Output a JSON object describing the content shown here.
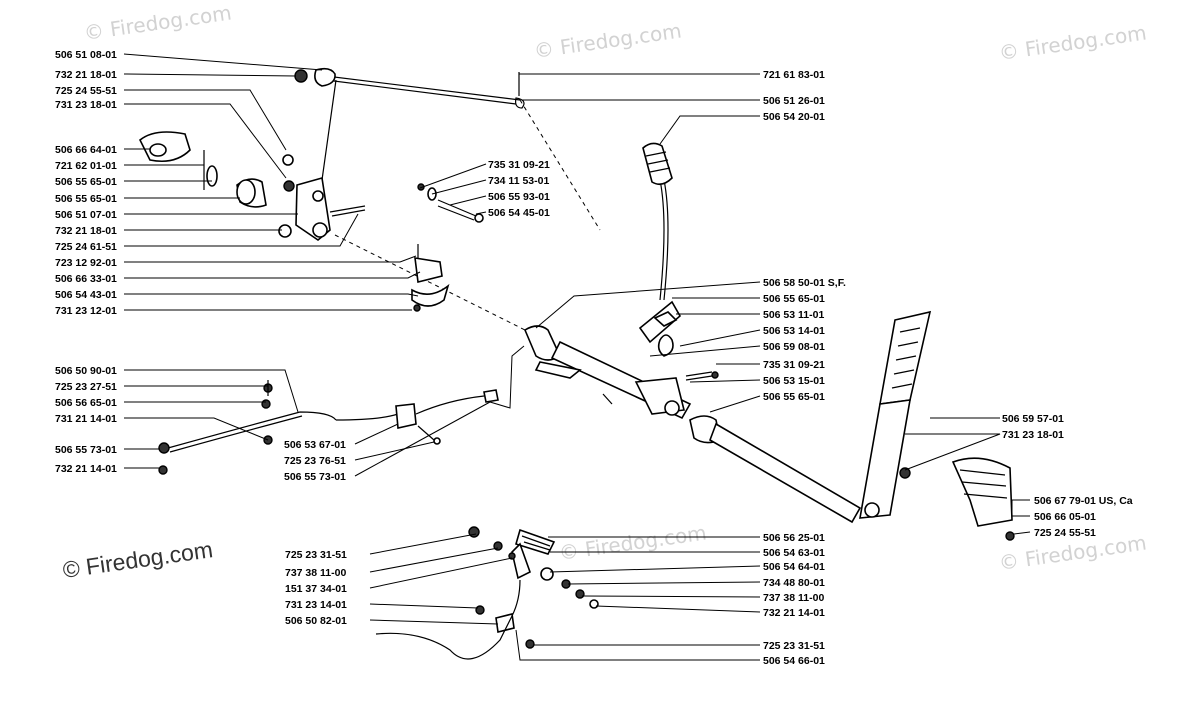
{
  "watermark": {
    "text": "© Firedog.com"
  },
  "labels": [
    {
      "id": "l01",
      "text": "506 51 08-01"
    },
    {
      "id": "l02",
      "text": "732 21 18-01"
    },
    {
      "id": "l03",
      "text": "725 24 55-51"
    },
    {
      "id": "l04",
      "text": "731 23 18-01"
    },
    {
      "id": "l05",
      "text": "506 66 64-01"
    },
    {
      "id": "l06",
      "text": "721 62 01-01"
    },
    {
      "id": "l07",
      "text": "506 55 65-01"
    },
    {
      "id": "l08",
      "text": "506 55 65-01"
    },
    {
      "id": "l09",
      "text": "506 51 07-01"
    },
    {
      "id": "l10",
      "text": "732 21 18-01"
    },
    {
      "id": "l11",
      "text": "725 24 61-51"
    },
    {
      "id": "l12",
      "text": "723 12 92-01"
    },
    {
      "id": "l13",
      "text": "506 66 33-01"
    },
    {
      "id": "l14",
      "text": "506 54 43-01"
    },
    {
      "id": "l15",
      "text": "731 23 12-01"
    },
    {
      "id": "l16",
      "text": "506 50 90-01"
    },
    {
      "id": "l17",
      "text": "725 23 27-51"
    },
    {
      "id": "l18",
      "text": "506 56 65-01"
    },
    {
      "id": "l19",
      "text": "731 21 14-01"
    },
    {
      "id": "l20",
      "text": "506 55 73-01"
    },
    {
      "id": "l21",
      "text": "732 21 14-01"
    },
    {
      "id": "l22",
      "text": "506 53 67-01"
    },
    {
      "id": "l23",
      "text": "725 23 76-51"
    },
    {
      "id": "l24",
      "text": "506 55 73-01"
    },
    {
      "id": "l25",
      "text": "735 31 09-21"
    },
    {
      "id": "l26",
      "text": "734 11 53-01"
    },
    {
      "id": "l27",
      "text": "506 55 93-01"
    },
    {
      "id": "l28",
      "text": "506 54 45-01"
    },
    {
      "id": "l29",
      "text": "721 61 83-01"
    },
    {
      "id": "l30",
      "text": "506 51 26-01"
    },
    {
      "id": "l31",
      "text": "506 54 20-01"
    },
    {
      "id": "l32",
      "text": "506 58 50-01 S,F."
    },
    {
      "id": "l33",
      "text": "506 55 65-01"
    },
    {
      "id": "l34",
      "text": "506 53 11-01"
    },
    {
      "id": "l35",
      "text": "506 53 14-01"
    },
    {
      "id": "l36",
      "text": "506 59 08-01"
    },
    {
      "id": "l37",
      "text": "735 31 09-21"
    },
    {
      "id": "l38",
      "text": "506 53 15-01"
    },
    {
      "id": "l39",
      "text": "506 55 65-01"
    },
    {
      "id": "l40",
      "text": "506 59 57-01"
    },
    {
      "id": "l41",
      "text": "731 23 18-01"
    },
    {
      "id": "l42",
      "text": "506 67 79-01 US, Ca"
    },
    {
      "id": "l43",
      "text": "506 66 05-01"
    },
    {
      "id": "l44",
      "text": "725 24 55-51"
    },
    {
      "id": "l45",
      "text": "725 23 31-51"
    },
    {
      "id": "l46",
      "text": "737 38 11-00"
    },
    {
      "id": "l47",
      "text": "151 37 34-01"
    },
    {
      "id": "l48",
      "text": "731 23 14-01"
    },
    {
      "id": "l49",
      "text": "506 50 82-01"
    },
    {
      "id": "l50",
      "text": "506 56 25-01"
    },
    {
      "id": "l51",
      "text": "506 54 63-01"
    },
    {
      "id": "l52",
      "text": "506 54 64-01"
    },
    {
      "id": "l53",
      "text": "734 48 80-01"
    },
    {
      "id": "l54",
      "text": "737 38 11-00"
    },
    {
      "id": "l55",
      "text": "732 21 14-01"
    },
    {
      "id": "l56",
      "text": "725 23 31-51"
    },
    {
      "id": "l57",
      "text": "506 54 66-01"
    }
  ]
}
